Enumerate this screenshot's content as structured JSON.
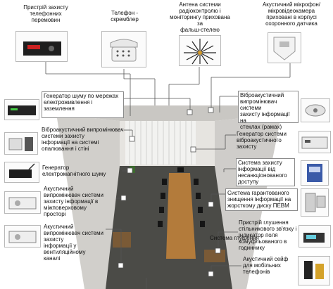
{
  "top_labels": [
    {
      "key": "phone_protect",
      "text": "Пристрій захисту\nтелефонних\nперемовин"
    },
    {
      "key": "scrambler",
      "text": "Телефон -\nскремблер"
    },
    {
      "key": "antenna",
      "text": "Антена системи\nрадіоконтролю і\nмоніторингу прихована за\nфальш-стелею"
    },
    {
      "key": "acoustic_mic",
      "text": "Акустичний мікрофон/\nмікровідеокамера\nприховані в корпусі\nохоронного датчика"
    }
  ],
  "left_labels": [
    {
      "key": "noise_gen_power",
      "text": "Генератор шуму по мережах\nелектроживлення і\nзаземлення"
    },
    {
      "key": "vibro_heating",
      "text": "Віброакустичний випромінювач\nсистеми захисту\nінформації на системі\nопалювання і стіні"
    },
    {
      "key": "em_noise_gen",
      "text": "Генератор\nелектромагнітного шуму"
    },
    {
      "key": "vibro_floor",
      "text": "Акустичний\nвипромінювач системи\nзахисту інформації в\nміжповерховому\nпросторі"
    },
    {
      "key": "vibro_vent",
      "text": "Акустичний\nвипромінювач системи\nзахисту\nінформації у\nвентиляційному\nканалі"
    }
  ],
  "right_labels": [
    {
      "key": "vibro_glass",
      "text": "Віброакустичний\nвипромінювач системи\nзахисту інформації на\nстеклах (рамах)"
    },
    {
      "key": "vibro_gen",
      "text": "Генератор системи\nвіброакустичного\nзахисту"
    },
    {
      "key": "unauth_access",
      "text": "Система захисту\nінформації від\nнесанкціонованого\nдоступу"
    },
    {
      "key": "disk_erase",
      "text": "Система гарантованого\nзнищення інформації на\nжорсткому диску ПЕВМ"
    },
    {
      "key": "line_suppress",
      "text": "Пристрій глушення\nстільникового зв'язку і\nіндикатор поля\nкомуфльованого в\nгодиннику"
    },
    {
      "key": "safe_phones",
      "text": "Акустичний сейф\nдля мобільних\nтелефонів"
    }
  ],
  "bottom_labels": [
    {
      "key": "silencer",
      "text": "Система глушення"
    }
  ],
  "colors": {
    "wall": "#d8d6d2",
    "floor": "#4a4a46",
    "curtain": "#eeeeee",
    "table": "#b07a3a",
    "chair": "#1a1a1a",
    "line": "#555555"
  }
}
